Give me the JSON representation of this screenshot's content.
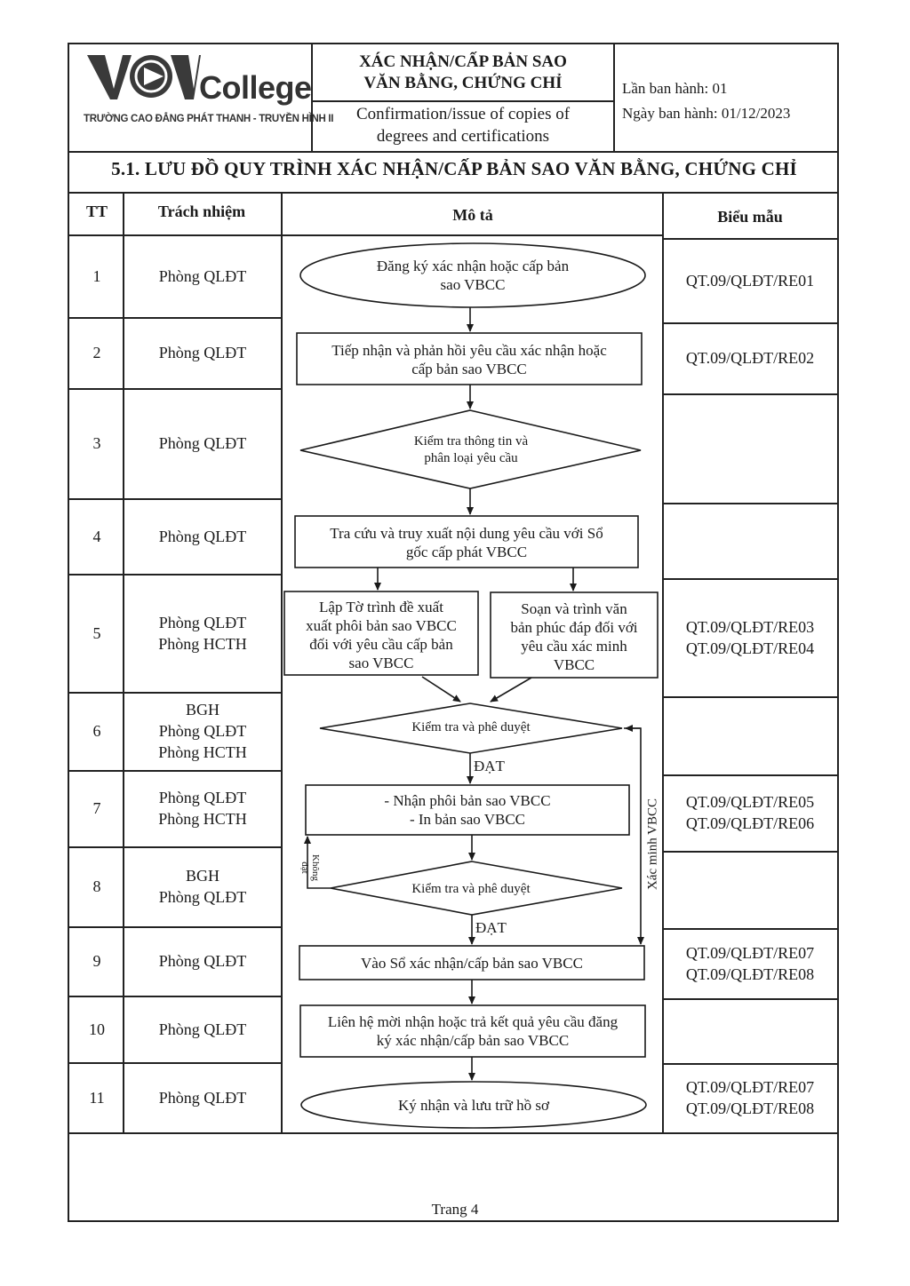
{
  "header": {
    "logo_brand": "VOV",
    "logo_college": "College",
    "logo_subtitle": "TRƯỜNG CAO ĐẲNG PHÁT THANH - TRUYỀN HÌNH II",
    "title_vi_line1": "XÁC NHẬN/CẤP BẢN SAO",
    "title_vi_line2": "VĂN BẰNG, CHỨNG CHỈ",
    "title_en_line1": "Confirmation/issue of copies of",
    "title_en_line2": "degrees and certifications",
    "edition": "Lần ban hành: 01",
    "issue_date": "Ngày ban hành: 01/12/2023"
  },
  "section_title": "5.1. LƯU ĐỒ QUY TRÌNH XÁC NHẬN/CẤP BẢN SAO VĂN BẰNG, CHỨNG CHỈ",
  "table": {
    "columns": [
      "TT",
      "Trách nhiệm",
      "Mô tả",
      "Biểu mẫu"
    ],
    "rows": [
      {
        "tt": "1",
        "resp": [
          "Phòng QLĐT"
        ],
        "forms": [
          "QT.09/QLĐT/RE01"
        ]
      },
      {
        "tt": "2",
        "resp": [
          "Phòng QLĐT"
        ],
        "forms": [
          "QT.09/QLĐT/RE02"
        ]
      },
      {
        "tt": "3",
        "resp": [
          "Phòng QLĐT"
        ],
        "forms": []
      },
      {
        "tt": "4",
        "resp": [
          "Phòng QLĐT"
        ],
        "forms": []
      },
      {
        "tt": "5",
        "resp": [
          "Phòng QLĐT",
          "Phòng HCTH"
        ],
        "forms": [
          "QT.09/QLĐT/RE03",
          "QT.09/QLĐT/RE04"
        ]
      },
      {
        "tt": "6",
        "resp": [
          "BGH",
          "Phòng QLĐT",
          "Phòng HCTH"
        ],
        "forms": []
      },
      {
        "tt": "7",
        "resp": [
          "Phòng QLĐT",
          "Phòng HCTH"
        ],
        "forms": [
          "QT.09/QLĐT/RE05",
          "QT.09/QLĐT/RE06"
        ]
      },
      {
        "tt": "8",
        "resp": [
          "BGH",
          "Phòng QLĐT"
        ],
        "forms": []
      },
      {
        "tt": "9",
        "resp": [
          "Phòng QLĐT"
        ],
        "forms": [
          "QT.09/QLĐT/RE07",
          "QT.09/QLĐT/RE08"
        ]
      },
      {
        "tt": "10",
        "resp": [
          "Phòng QLĐT"
        ],
        "forms": []
      },
      {
        "tt": "11",
        "resp": [
          "Phòng QLĐT"
        ],
        "forms": [
          "QT.09/QLĐT/RE07",
          "QT.09/QLĐT/RE08"
        ]
      }
    ]
  },
  "flow": {
    "s1": [
      "Đăng ký xác nhận hoặc cấp bản",
      "sao VBCC"
    ],
    "s2": [
      "Tiếp nhận và phản hồi yêu cầu xác nhận hoặc",
      "cấp bản sao VBCC"
    ],
    "s3": [
      "Kiểm tra thông tin và",
      "phân loại yêu cầu"
    ],
    "s4": [
      "Tra cứu và truy xuất nội dung yêu cầu với Sổ",
      "gốc cấp phát VBCC"
    ],
    "s5a": [
      "Lập Tờ trình đề xuất",
      "xuất phôi bản sao VBCC",
      "đối với yêu cầu cấp bản",
      "sao VBCC"
    ],
    "s5b": [
      "Soạn và trình văn",
      "bản phúc đáp đối với",
      "yêu cầu xác minh",
      "VBCC"
    ],
    "s6": [
      "Kiểm tra và phê duyệt"
    ],
    "s7": [
      "- Nhận phôi bản sao VBCC",
      "- In bản sao VBCC"
    ],
    "s8": [
      "Kiểm tra và phê duyệt"
    ],
    "s9": [
      "Vào Sổ xác nhận/cấp bản sao VBCC"
    ],
    "s10": [
      "Liên hệ mời nhận hoặc trả kết quả yêu cầu đăng",
      "ký xác nhận/cấp bản sao VBCC"
    ],
    "s11": [
      "Ký nhận và lưu trữ hồ sơ"
    ],
    "label_pass": "ĐẠT",
    "label_fail": [
      "Không",
      "đạt"
    ],
    "label_verify": "Xác minh VBCC"
  },
  "footer": {
    "page": "Trang 4"
  }
}
